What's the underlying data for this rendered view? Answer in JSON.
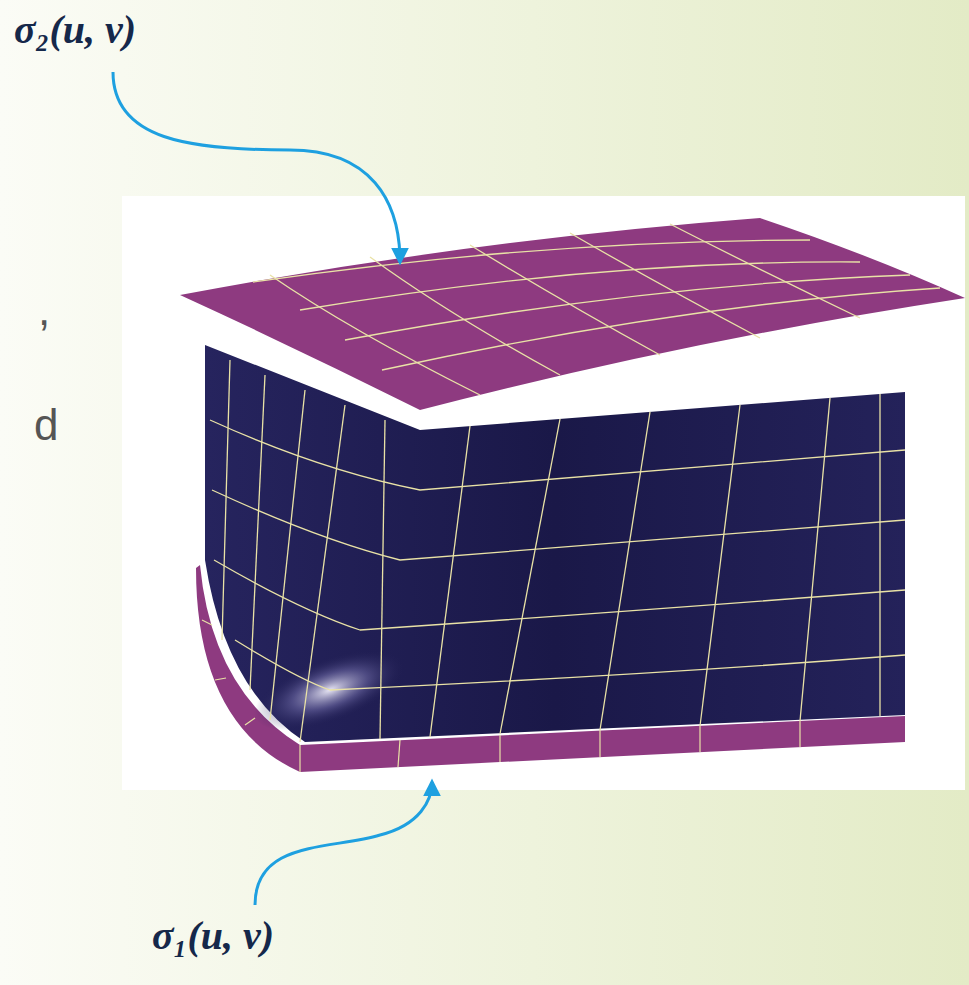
{
  "diagram": {
    "labels": [
      "σ₂(u, v)",
      ",",
      "d",
      "σ₁(u, v)"
    ]
  }
}
